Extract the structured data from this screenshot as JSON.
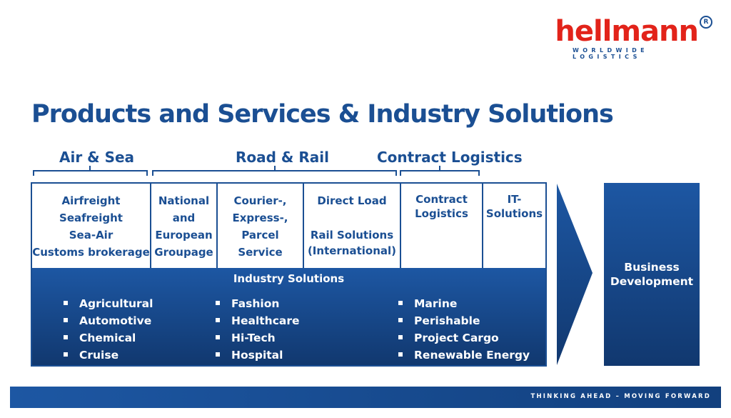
{
  "logo": {
    "word": "hellmann",
    "sub": "WORLDWIDE LOGISTICS",
    "reg": "R"
  },
  "title": "Products and Services & Industry Solutions",
  "categories": {
    "air_sea": "Air & Sea",
    "road_rail": "Road & Rail",
    "contract": "Contract Logistics"
  },
  "services": {
    "airfreight": [
      "Airfreight",
      "Seafreight",
      "Sea-Air",
      "Customs brokerage"
    ],
    "groupage": [
      "National",
      "and",
      "European",
      "Groupage"
    ],
    "courier": [
      "Courier-,",
      "Express-,",
      "Parcel",
      "Service"
    ],
    "direct": [
      "Direct  Load",
      "Rail Solutions",
      "(International)"
    ],
    "contract": [
      "Contract",
      "Logistics"
    ],
    "it": [
      "IT-",
      "Solutions"
    ]
  },
  "industry": {
    "title": "Industry Solutions",
    "col1": [
      "Agricultural",
      "Automotive",
      "Chemical",
      "Cruise"
    ],
    "col2": [
      "Fashion",
      "Healthcare",
      "Hi-Tech",
      "Hospital"
    ],
    "col3": [
      "Marine",
      "Perishable",
      "Project Cargo",
      "Renewable Energy"
    ]
  },
  "business": [
    "Business",
    "Development"
  ],
  "footer": "THINKING AHEAD – MOVING FORWARD",
  "colors": {
    "brand_blue": "#1b4f93",
    "brand_red": "#e2231a"
  }
}
